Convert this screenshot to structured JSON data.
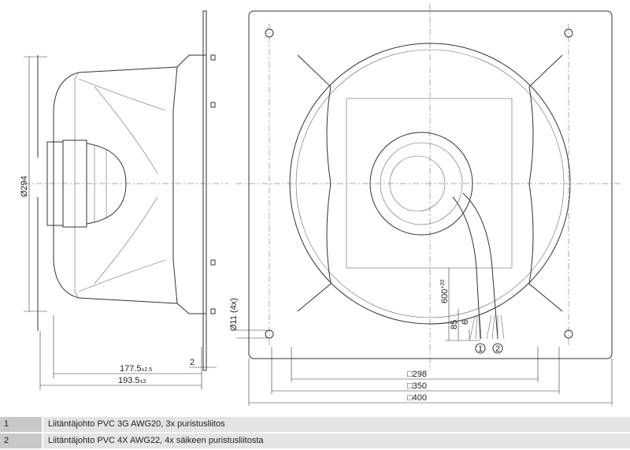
{
  "dimensions": {
    "diameter": "Ø294",
    "depth_inner": "177.5",
    "depth_inner_tol": "±2.5",
    "depth_total": "193.5",
    "depth_total_tol": "±3",
    "plate_thickness": "2",
    "hole": "Ø11 (4x)",
    "cable_length": "600",
    "cable_length_tol": "+20",
    "strip_length": "85",
    "strip_end": "6",
    "square_298": "□298",
    "square_350": "□350",
    "square_400": "□400"
  },
  "callouts": [
    "1",
    "2"
  ],
  "legend": [
    {
      "num": "1",
      "text": "Liitäntäjohto PVC 3G AWG20, 3x puristusliitos"
    },
    {
      "num": "2",
      "text": "Liitäntäjohto PVC 4X AWG22, 4x säikeen puristusliitosta"
    }
  ]
}
